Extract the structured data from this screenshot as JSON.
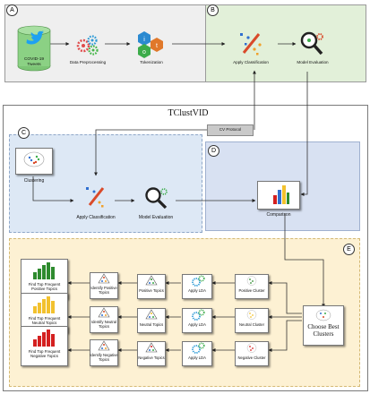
{
  "panels": {
    "A": {
      "badge": "A"
    },
    "B": {
      "badge": "B"
    },
    "C": {
      "badge": "C"
    },
    "D": {
      "badge": "D"
    },
    "E": {
      "badge": "E"
    }
  },
  "title": "TClustVID",
  "cv_protocol": "CV Protocol",
  "top_row": {
    "tweets": "COVID-19\nTweets",
    "preprocessing": "Data Preprocessing",
    "tokenization": "Tokenization",
    "apply_classification": "Apply Classification",
    "model_evaluation": "Model Evaluation"
  },
  "middle_row": {
    "clustering": "Clustering",
    "apply_classification": "Apply Classification",
    "model_evaluation": "Model Evaluation",
    "comparison": "Comparison"
  },
  "cluster_rows": [
    {
      "cluster": "Positive Cluster",
      "lda": "Apply LDA",
      "topics": "Positive Topics",
      "identify": "Identify Positive Topics",
      "find": "Find Top Frequent Positive Topics",
      "bar_color": "#2e8b2e"
    },
    {
      "cluster": "Neutral Cluster",
      "lda": "Apply LDA",
      "topics": "Neutral Topics",
      "identify": "Identify Neutral Topics",
      "find": "Find Top Frequent Neutral Topics",
      "bar_color": "#f2c12e"
    },
    {
      "cluster": "Negative Cluster",
      "lda": "Apply LDA",
      "topics": "Negative Topics",
      "identify": "Identify Negative Topics",
      "find": "Find Top Frequent Negative Topics",
      "bar_color": "#d42020"
    }
  ],
  "choose_best": "Choose Best\nClusters",
  "colors": {
    "panel_a": "#efefef",
    "panel_b": "#e3f1da",
    "panel_c": "#dde8f5",
    "panel_d": "#d9e2f3",
    "panel_e": "#fdf1d4",
    "twitter_blue": "#1da1f2",
    "cylinder_green": "#8bd184"
  },
  "icons": [
    "twitter-icon",
    "gears-icon",
    "tokens-icon",
    "wand-icon",
    "magnifier-icon",
    "scatter-icon",
    "bar-chart-icon",
    "pyramid-icon",
    "lda-gears-icon"
  ]
}
